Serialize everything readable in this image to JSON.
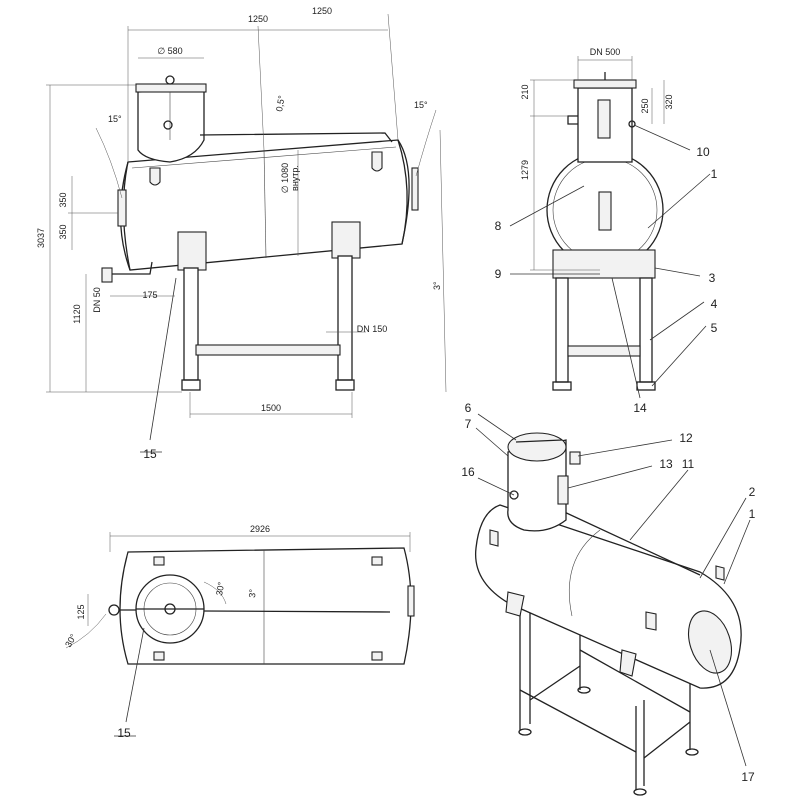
{
  "dims": {
    "d1250a": "1250",
    "d1250b": "1250",
    "d580": "∅ 580",
    "d3037": "3037",
    "d350a": "350",
    "d350b": "350",
    "d1120": "1120",
    "ddn50": "DN 50",
    "d175": "175",
    "d1500": "1500",
    "ddn150": "DN 150",
    "d1080": "∅ 1080",
    "dvnutr": "внутр.",
    "d15a": "15°",
    "d15b": "15°",
    "d05": "0,5°",
    "d3a": "3°",
    "ddn500": "DN 500",
    "d210": "210",
    "d1279": "1279",
    "d250": "250",
    "d320": "320",
    "d2926": "2926",
    "d125": "125",
    "d30a": "30°",
    "d30b": "30°",
    "d3b": "3°"
  },
  "callouts": {
    "c1a": "1",
    "c10": "10",
    "c8": "8",
    "c9": "9",
    "c3": "3",
    "c4": "4",
    "c5": "5",
    "c14": "14",
    "c15a": "15",
    "c15b": "15",
    "c6": "6",
    "c7": "7",
    "c12": "12",
    "c13": "13",
    "c11": "11",
    "c16": "16",
    "c2": "2",
    "c1b": "1",
    "c17": "17"
  }
}
